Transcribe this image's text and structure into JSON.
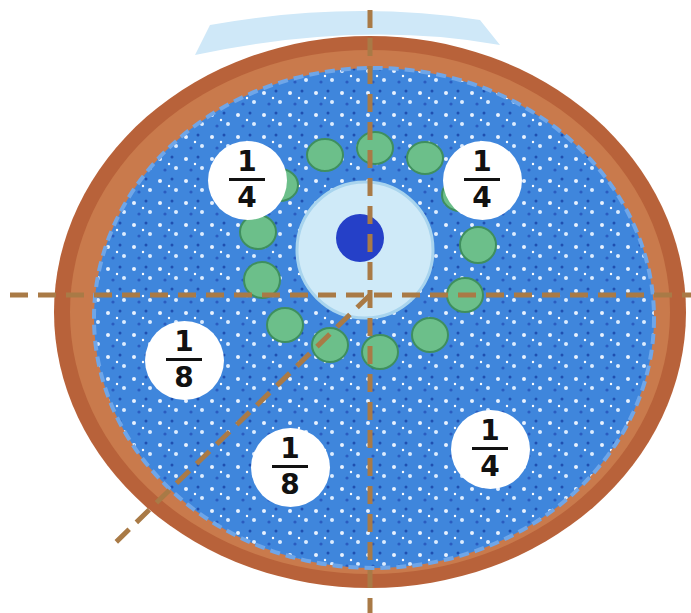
{
  "diagram": {
    "nodes": [
      {
        "text": [
          "1",
          "4"
        ]
      },
      {
        "text": [
          "1",
          "4"
        ]
      },
      {
        "text": [
          "1",
          "8"
        ]
      },
      {
        "text": [
          "1",
          "8"
        ]
      },
      {
        "text": [
          "1",
          "4"
        ]
      }
    ]
  }
}
